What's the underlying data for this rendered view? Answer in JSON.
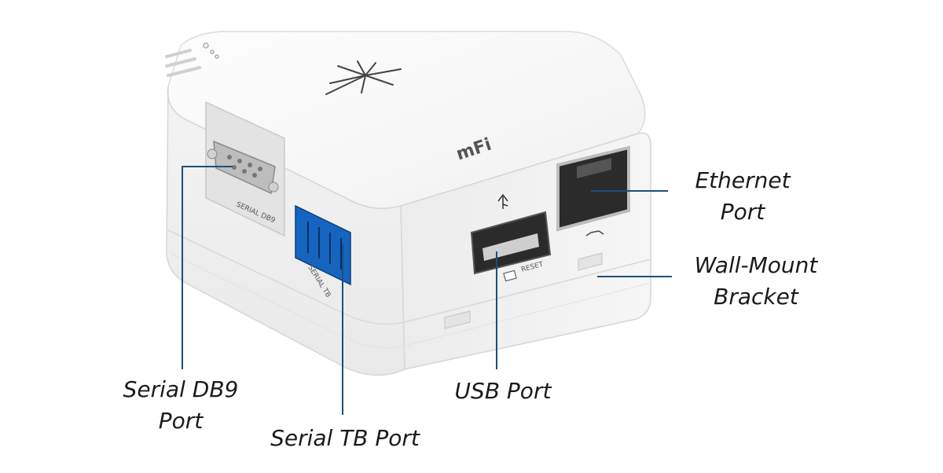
{
  "callouts": {
    "ethernet": [
      "Ethernet",
      "Port"
    ],
    "wall_mount": [
      "Wall-Mount",
      "Bracket"
    ],
    "usb": [
      "USB Port"
    ],
    "serial_db9": [
      "Serial DB9",
      "Port"
    ],
    "serial_tb": [
      "Serial TB Port"
    ]
  },
  "device_markings": {
    "db9": "SERIAL DB9",
    "tb": "SERIAL TB",
    "reset": "RESET",
    "brand": "mFi"
  },
  "colors": {
    "leader_line": "#1f4e79",
    "terminal_block": "#1565c0",
    "device_body": "#f7f7f7",
    "device_edge": "#d2d2d2"
  }
}
